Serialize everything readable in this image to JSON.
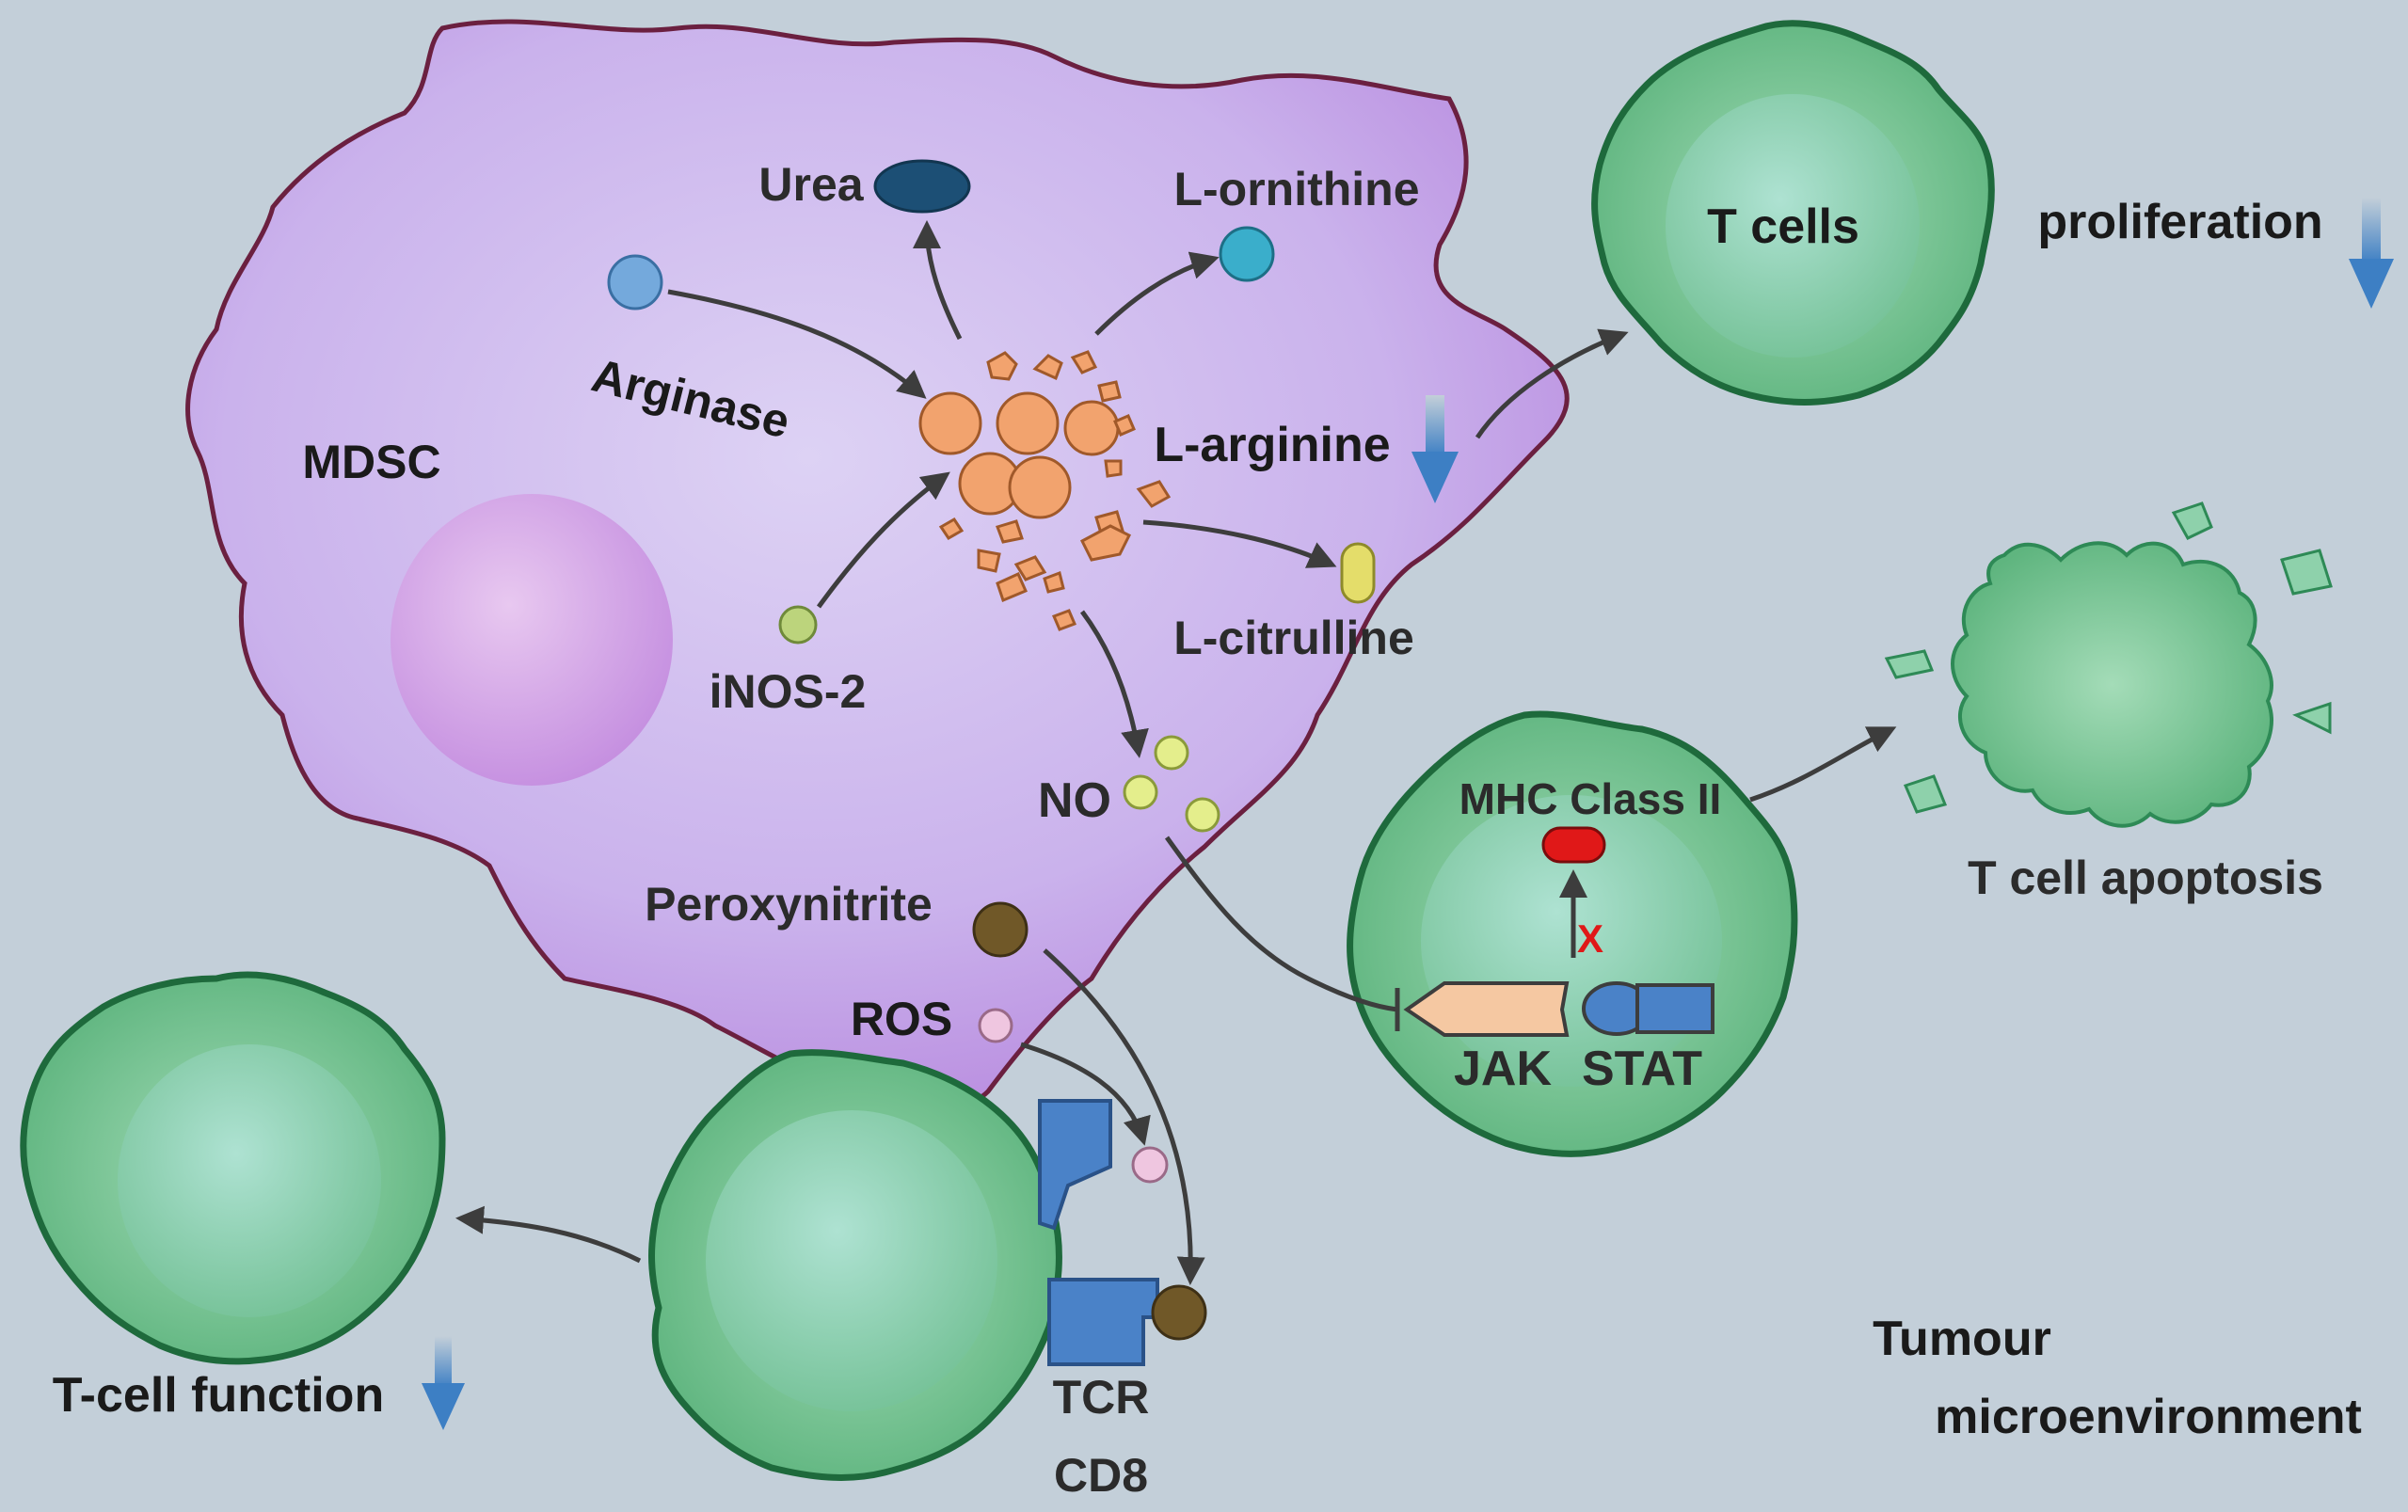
{
  "labels": {
    "mdsc": "MDSC",
    "urea": "Urea",
    "l_ornithine": "L-ornithine",
    "arginase": "Arginase",
    "l_arginine": "L-arginine",
    "l_citrulline": "L-citrulline",
    "inos2": "iNOS-2",
    "no": "NO",
    "peroxynitrite": "Peroxynitrite",
    "ros": "ROS",
    "t_cells": "T cells",
    "proliferation": "proliferation",
    "mhc_class_ii": "MHC Class II",
    "t_cell_apoptosis": "T cell apoptosis",
    "jak": "JAK",
    "stat": "STAT",
    "block_mark": "X",
    "tcr": "TCR",
    "cd8": "CD8",
    "t_cell_function": "T-cell function",
    "tumour_line1": "Tumour",
    "tumour_line2": "microenvironment"
  },
  "colors": {
    "background": "#c3cfd9",
    "mdsc_fill": "#cdb4ec",
    "mdsc_outline": "#6b2040",
    "t_cell_fill": "#6cc08a",
    "t_cell_outline": "#1e6a3c",
    "down_arrow": "#3d7fc4",
    "urea": "#1c4f75",
    "l_ornithine": "#3aaecb",
    "arginase": "#74a9dc",
    "l_arginine": "#f2a36e",
    "l_citrulline": "#e4dd6a",
    "inos2": "#bcd47c",
    "no": "#e4ee8c",
    "peroxynitrite": "#705828",
    "ros": "#efc6e0",
    "mhc": "#e01818",
    "jak": "#f5c8a2",
    "stat": "#4a82c8",
    "block_mark": "#e01818"
  }
}
